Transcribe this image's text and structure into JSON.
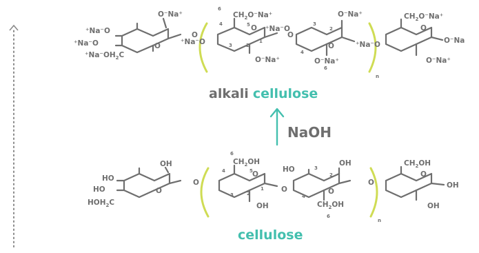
{
  "top_name": {
    "prefix": "alkali",
    "word": "cellulose"
  },
  "reagent": "NaOH",
  "bottom_name": "cellulose",
  "repeat_label": "n",
  "positions": {
    "p1": "1",
    "p2": "2",
    "p3": "3",
    "p4": "4",
    "p5": "5",
    "p6": "6"
  },
  "alkali_groups": {
    "left_ona1": "⁺Na⁻O",
    "left_ona2": "⁺Na⁻O",
    "left_ch2": "⁺Na⁻OH",
    "left_ch2_c": "C",
    "left_top": "O⁻Na⁺",
    "r1_ch2": "CH",
    "r1_ch2_tail": "O⁻Na⁺",
    "r1_ona_in": "⁺Na⁻O",
    "r1_bottom": "O⁻Na⁺",
    "r2_top": "O⁻Na⁺",
    "r2_bottom": "O⁻Na⁺",
    "right_ch2": "CH",
    "right_ch2_tail": "O⁻Na⁺",
    "right_end": "O⁻Na",
    "right_bottom": "O⁻Na⁺",
    "bridge1": "O",
    "bridge2": "O",
    "bridge3": "O",
    "ring_o": "O",
    "sub2": "2"
  },
  "cellulose_groups": {
    "left_ho1": "HO",
    "left_ho2": "HO",
    "left_hoh2c": "HOH",
    "left_hoh2c_c": "C",
    "left_oh": "OH",
    "r1_ch2oh": "CH",
    "r1_ch2oh_tail": "OH",
    "r1_oh": "OH",
    "r2_ho": "HO",
    "r2_oh": "OH",
    "r2_ch2oh": "CH",
    "r2_ch2oh_tail": "OH",
    "right_ch2oh": "CH",
    "right_ch2oh_tail": "OH",
    "right_oh_end": "OH",
    "right_oh_bot": "OH",
    "bridge": "O",
    "sub2": "2"
  },
  "colors": {
    "structure": "#6e6e6e",
    "accent": "#43bfae",
    "parenthesis": "#cfdc54"
  }
}
